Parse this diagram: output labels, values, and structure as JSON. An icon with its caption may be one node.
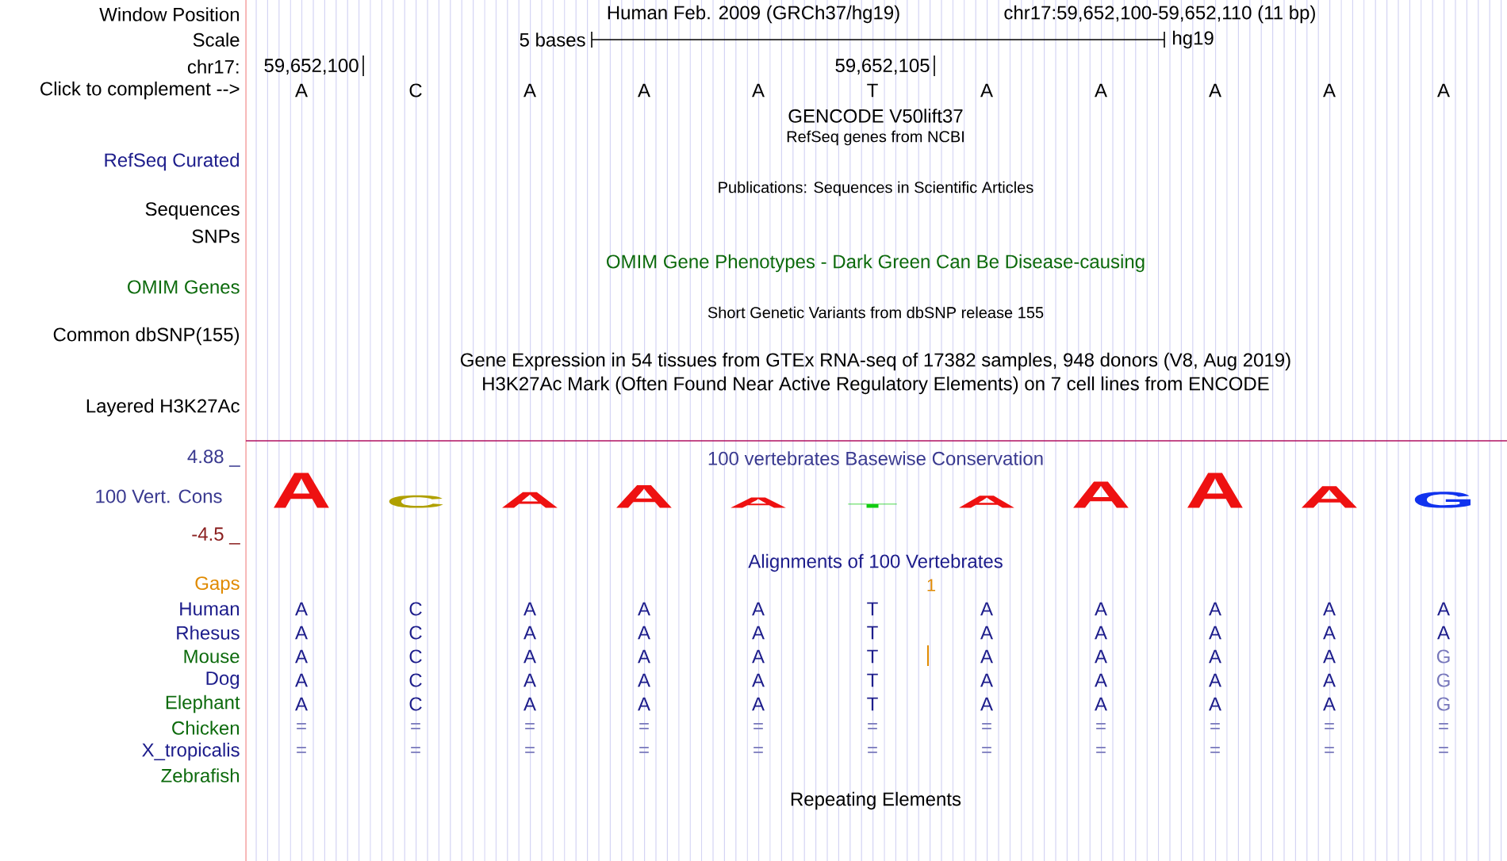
{
  "diagram": {
    "labels": [
      "Window Position",
      "Human Feb. 2009 (GRCh37/hg19)",
      "chr17:59,652,100-59,652,110 (11 bp)",
      "Scale",
      "5 bases",
      "hg19",
      "chr17:",
      "59,652,100",
      "59,652,105",
      "Click to complement -->",
      "A",
      "C",
      "A",
      "A",
      "A",
      "T",
      "A",
      "A",
      "A",
      "A",
      "A",
      "GENCODE V50lift37",
      "RefSeq Curated",
      "RefSeq genes from NCBI",
      "Publications: Sequences in Scientific Articles",
      "Sequences",
      "SNPs",
      "OMIM Gene Phenotypes - Dark Green Can Be Disease-causing",
      "OMIM Genes",
      "Short Genetic Variants from dbSNP release 155",
      "Common dbSNP(155)",
      "Gene Expression in 54 tissues from GTEx RNA-seq of 17382 samples, 948 donors (V8, Aug 2019)",
      "H3K27Ac Mark (Often Found Near Active Regulatory Elements) on 7 cell lines from ENCODE",
      "Layered H3K27Ac",
      "4.88 _",
      "100 vertebrates Basewise Conservation",
      "100 Vert. Cons",
      "A",
      "C",
      "A",
      "A",
      "A",
      "T",
      "A",
      "A",
      "A",
      "A",
      "G",
      "-4.5 _",
      "Alignments of 100 Vertebrates",
      "Gaps",
      "1",
      "Human",
      "A",
      "C",
      "A",
      "A",
      "A",
      "T",
      "A",
      "A",
      "A",
      "A",
      "A",
      "Rhesus",
      "A",
      "C",
      "A",
      "A",
      "A",
      "T",
      "A",
      "A",
      "A",
      "A",
      "A",
      "Mouse",
      "A",
      "C",
      "A",
      "A",
      "A",
      "T",
      "A",
      "A",
      "A",
      "A",
      "G",
      "Dog",
      "A",
      "C",
      "A",
      "A",
      "A",
      "T",
      "A",
      "A",
      "A",
      "A",
      "G",
      "Elephant",
      "A",
      "C",
      "A",
      "A",
      "A",
      "T",
      "A",
      "A",
      "A",
      "A",
      "G",
      "Chicken",
      "=",
      "=",
      "=",
      "=",
      "=",
      "=",
      "=",
      "=",
      "=",
      "=",
      "=",
      "X_tropicalis",
      "=",
      "=",
      "=",
      "=",
      "=",
      "=",
      "=",
      "=",
      "=",
      "=",
      "=",
      "Zebrafish",
      "Repeating Elements"
    ]
  }
}
